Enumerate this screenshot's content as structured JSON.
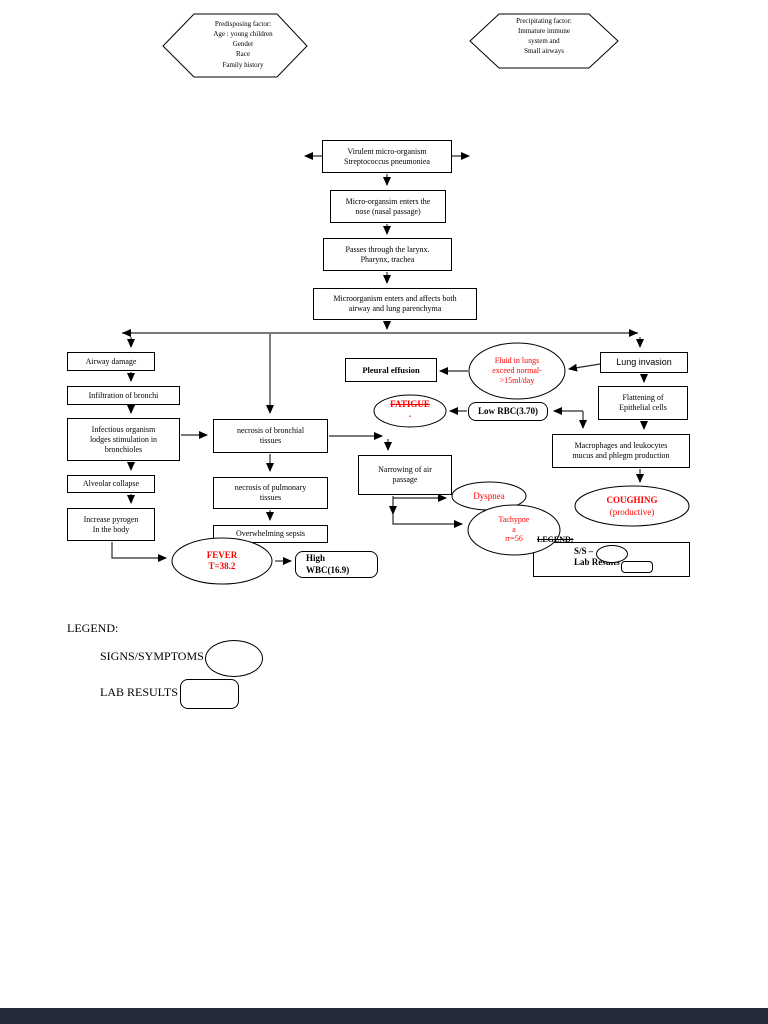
{
  "colors": {
    "symptom_text": "#ff0000",
    "line": "#2b2b2b",
    "footer_bar": "#232a38"
  },
  "hexagons": {
    "predisposing": "Predisposing factor:\nAge : young children\nGender\nRace\nFamily history",
    "precipitating": "Precipitating factor:\nImmature immune\nsystem and\nSmall airways"
  },
  "nodes": {
    "virulent": "Virulent micro-organism\nStreptococcus pneumoniea",
    "nose": "Micro-organsim enters the\nnose (nasal passage)",
    "larynx": "Passes through the larynx.\nPharynx, trachea",
    "affects": "Microorganism enters and affects both\nairway and lung parenchyma",
    "airway_damage": "Airway damage",
    "infiltration": "Infiltration of bronchi",
    "infectious": "Infectious organism\nlodges stimulation in\nbronchioles",
    "alveolar": "Alveolar collapse",
    "pyrogen": "Increase pyrogen\nIn the body",
    "fever": "FEVER\nT=38.2",
    "high_wbc": "High\nWBC(16.9)",
    "nec_bronchial": "necrosis of bronchial\ntissues",
    "nec_pulmonary": "necrosis of pulmonary\ntissues",
    "sepsis": "Overwhelming sepsis",
    "pleural": "Pleural effusion",
    "fluid": "Fluid in lungs\nexceed normal-\n>15ml/day",
    "fatigue_line1": "FATIGUE",
    "fatigue_line2": ".",
    "low_rbc": "Low RBC(3.70)",
    "narrowing": "Narrowing of air\npassage",
    "dyspnea": "Dyspnea",
    "tachypnea": "Tachypne\na\nrr=56",
    "lung_invasion": "Lung invasion",
    "flattening": "Flattening of\nEpithelial cells",
    "macrophages": "Macrophages and leukocytes\nmucus and phlegm production",
    "coughing_line1": "COUGHING",
    "coughing_line2": "(productive)"
  },
  "mini_legend": {
    "heading": "LEGEND:",
    "ss_label": "S/S –",
    "lab_label": "Lab Results"
  },
  "legend": {
    "title": "LEGEND:",
    "signs_label": "SIGNS/SYMPTOMS -",
    "lab_label": "LAB RESULTS -"
  }
}
